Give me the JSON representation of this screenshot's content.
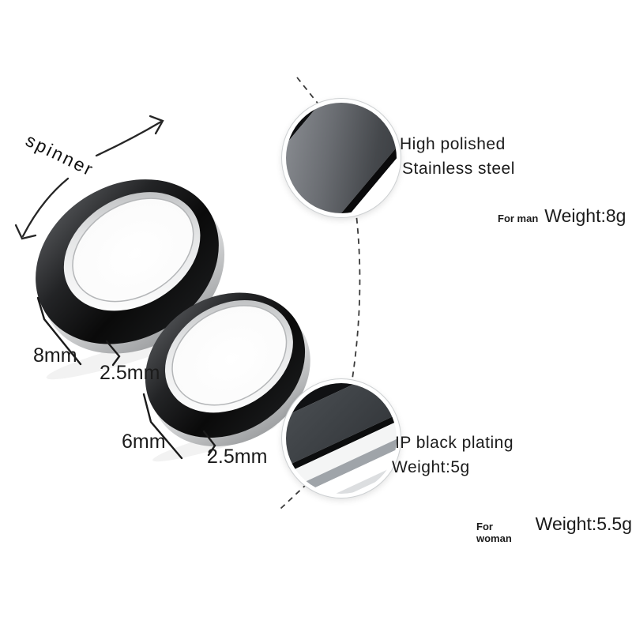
{
  "image_type": "annotated product photo of couple spinner rings",
  "labels": {
    "spinner": "spinner",
    "dim_large_width": "8mm",
    "dim_large_rim": "2.5mm",
    "dim_small_width": "6mm",
    "dim_small_rim": "2.5mm"
  },
  "callout_top": {
    "line1": "High polished",
    "line2": "Stainless steel"
  },
  "callout_bottom": {
    "line1": "IP black plating",
    "line2": "Weight:5g"
  },
  "weight_man": {
    "prefix": "For man",
    "value": "Weight:8g"
  },
  "weight_woman": {
    "prefix": "For woman",
    "value": "Weight:5.5g"
  },
  "palette": {
    "background": "#ffffff",
    "band_black": "#141414",
    "steel_silver": "#e9eaec",
    "callout_face_gray": "#3f4246",
    "text": "#1b1b1b"
  }
}
